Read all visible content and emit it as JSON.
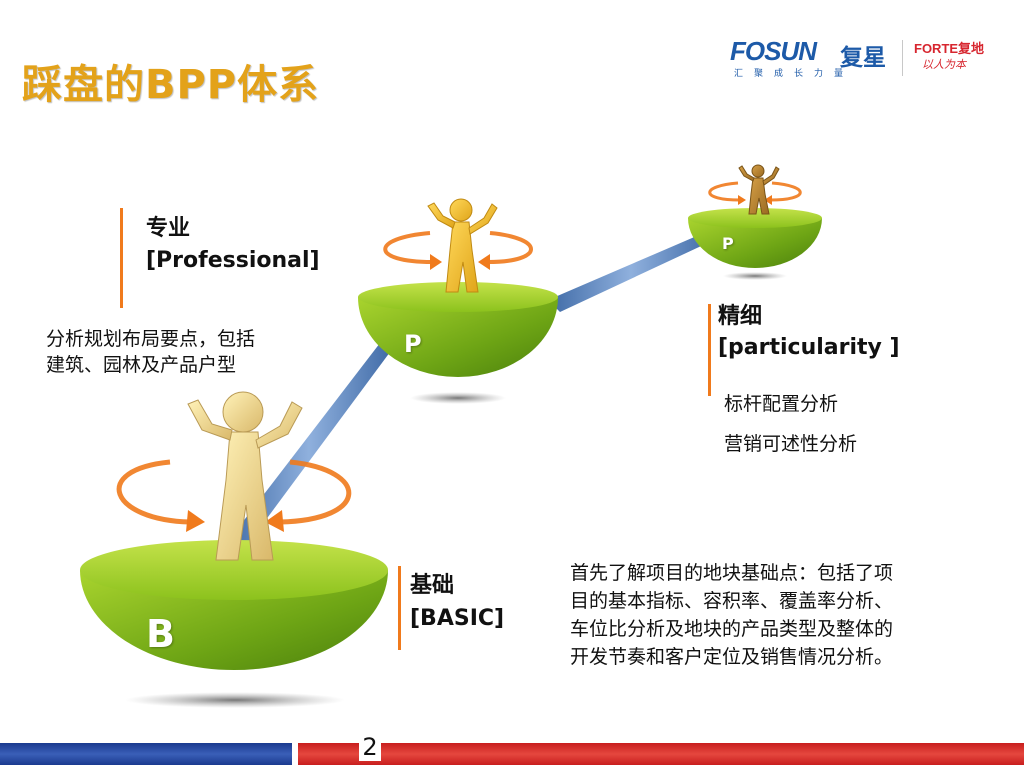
{
  "slide": {
    "title": "踩盘的BPP体系",
    "page_number": "2"
  },
  "logo": {
    "fosun": "FOSUN",
    "fosun_cn": "复星",
    "slogan": "汇聚成长力量",
    "forte": "FORTE复地",
    "forte_slogan": "以人为本"
  },
  "colors": {
    "title": "#e3a21a",
    "bowl_green": "#8cc21d",
    "figure_yellow": "#f2c02a",
    "accent_orange": "#f07a1c",
    "beam_blue": "#5b83b8",
    "brand_blue": "#1d5aa8",
    "brand_red": "#d7262f"
  },
  "levels": {
    "basic": {
      "letter": "B",
      "title": "基础",
      "subtitle": "[BASIC]",
      "description": [
        "首先了解项目的地块基础点：包括了项",
        "目的基本指标、容积率、覆盖率分析、",
        "车位比分析及地块的产品类型及整体的",
        "开发节奏和客户定位及销售情况分析。"
      ]
    },
    "professional": {
      "letter": "P",
      "title": "专业",
      "subtitle": "[Professional]",
      "description": [
        "分析规划布局要点，包括",
        "建筑、园林及产品户型"
      ]
    },
    "particularity": {
      "letter": "P",
      "title": "精细",
      "subtitle": "[particularity ]",
      "description": [
        "标杆配置分析",
        "营销可述性分析"
      ]
    }
  }
}
